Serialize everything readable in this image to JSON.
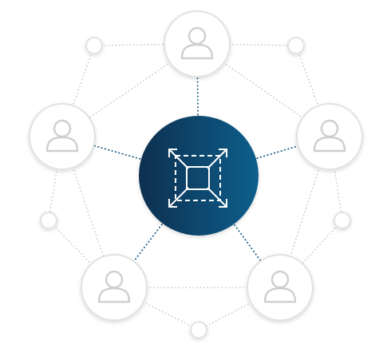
{
  "colors": {
    "background": "#ffffff",
    "node_fill": "#ffffff",
    "node_stroke": "#e2e2e2",
    "connector_dots": "#bdbdbd",
    "hub_gradient_start": "#0c2f4f",
    "hub_gradient_end": "#0b5f8c",
    "hub_link_dots": "#1f5f86",
    "person_icon": "#cfcfcf",
    "expand_icon": "#ffffff"
  },
  "hub": {
    "icon": "expand-arrows-icon"
  },
  "people": [
    {
      "name": "person-top",
      "icon": "user-outline-icon"
    },
    {
      "name": "person-upper-left",
      "icon": "user-outline-icon"
    },
    {
      "name": "person-upper-right",
      "icon": "user-outline-icon"
    },
    {
      "name": "person-lower-left",
      "icon": "user-outline-icon"
    },
    {
      "name": "person-lower-right",
      "icon": "user-outline-icon"
    }
  ],
  "junctions": [
    {
      "name": "junction-top-left"
    },
    {
      "name": "junction-top-right"
    },
    {
      "name": "junction-mid-left"
    },
    {
      "name": "junction-mid-right"
    },
    {
      "name": "junction-bottom"
    }
  ]
}
